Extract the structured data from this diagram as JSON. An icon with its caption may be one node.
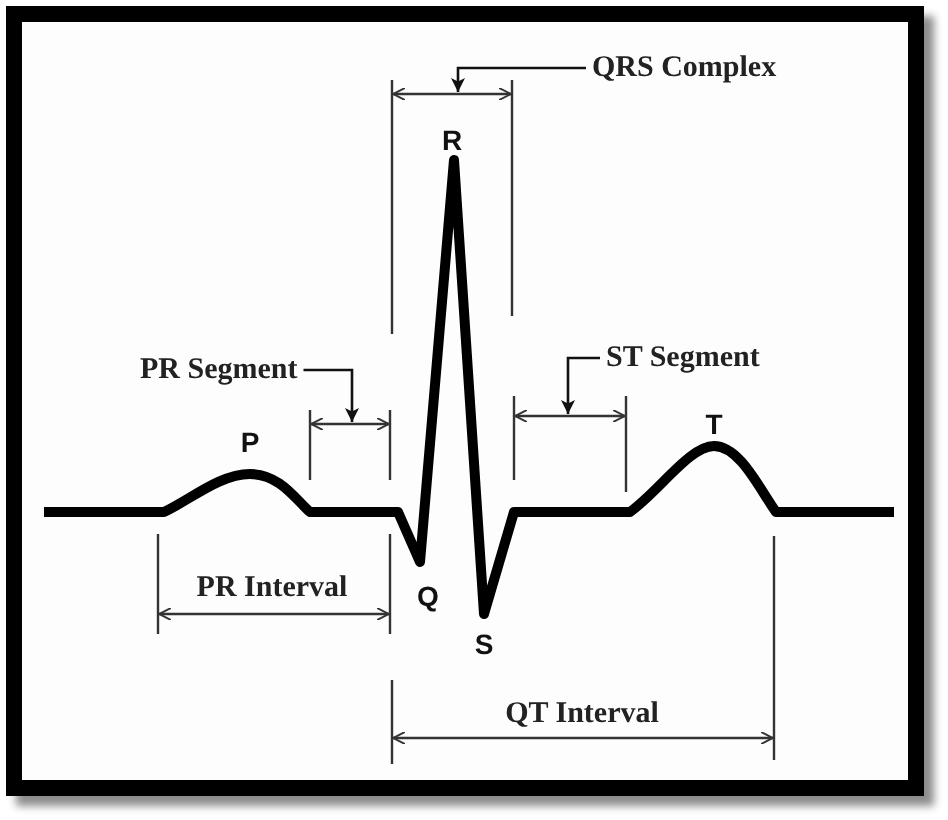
{
  "diagram": {
    "nodes": [
      {
        "text": [
          "QRS Complex"
        ]
      },
      {
        "text": [
          "PR Segment"
        ]
      },
      {
        "text": [
          "ST Segment"
        ]
      }
    ],
    "edges": [
      {
        "from": 0,
        "to": null,
        "arrow": "to"
      },
      {
        "from": 1,
        "to": null,
        "arrow": "to"
      },
      {
        "from": 2,
        "to": null,
        "arrow": "to"
      }
    ],
    "labels": [
      "R",
      "P",
      "T",
      "PR Interval",
      "Q",
      "S",
      "QT Interval"
    ]
  }
}
